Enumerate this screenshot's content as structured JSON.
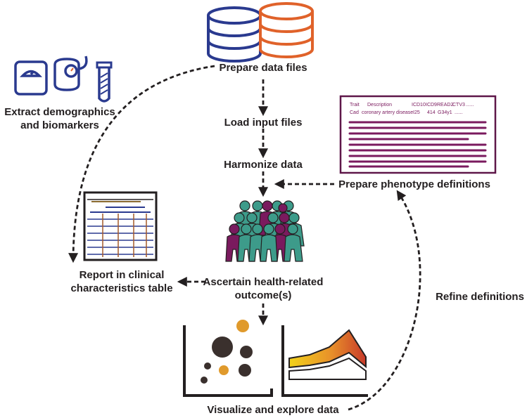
{
  "colors": {
    "navy": "#2a3a8f",
    "orange": "#e0622a",
    "purple": "#7a1a5e",
    "teal": "#3d9b8a",
    "yellow": "#f2d21a",
    "dark": "#231f20",
    "bubble_dark": "#3a302d",
    "bubble_orange": "#e09a2c"
  },
  "steps": {
    "prepare_data_files": "Prepare data files",
    "load_input_files": "Load input files",
    "harmonize_data": "Harmonize data",
    "ascertain_line1": "Ascertain health-related",
    "ascertain_line2": "outcome(s)",
    "visualize": "Visualize and explore data",
    "extract_line1": "Extract demographics",
    "extract_line2": "and biomarkers",
    "report_line1": "Report in clinical",
    "report_line2": "characteristics table",
    "prepare_phenotype": "Prepare phenotype definitions",
    "refine": "Refine definitions"
  },
  "phenotype_table": {
    "headers": [
      "Trait",
      "Description",
      "ICD10",
      "ICD9",
      "READ2",
      "CTV3",
      "......"
    ],
    "row": [
      "Cad",
      "coronary artery disease",
      "I25",
      "414",
      "G34y1",
      "......"
    ]
  },
  "icons": [
    "database-icon",
    "scale-icon",
    "blood-pressure-icon",
    "test-tube-icon",
    "table-icon",
    "people-icon",
    "bubble-chart-icon",
    "area-chart-icon"
  ]
}
